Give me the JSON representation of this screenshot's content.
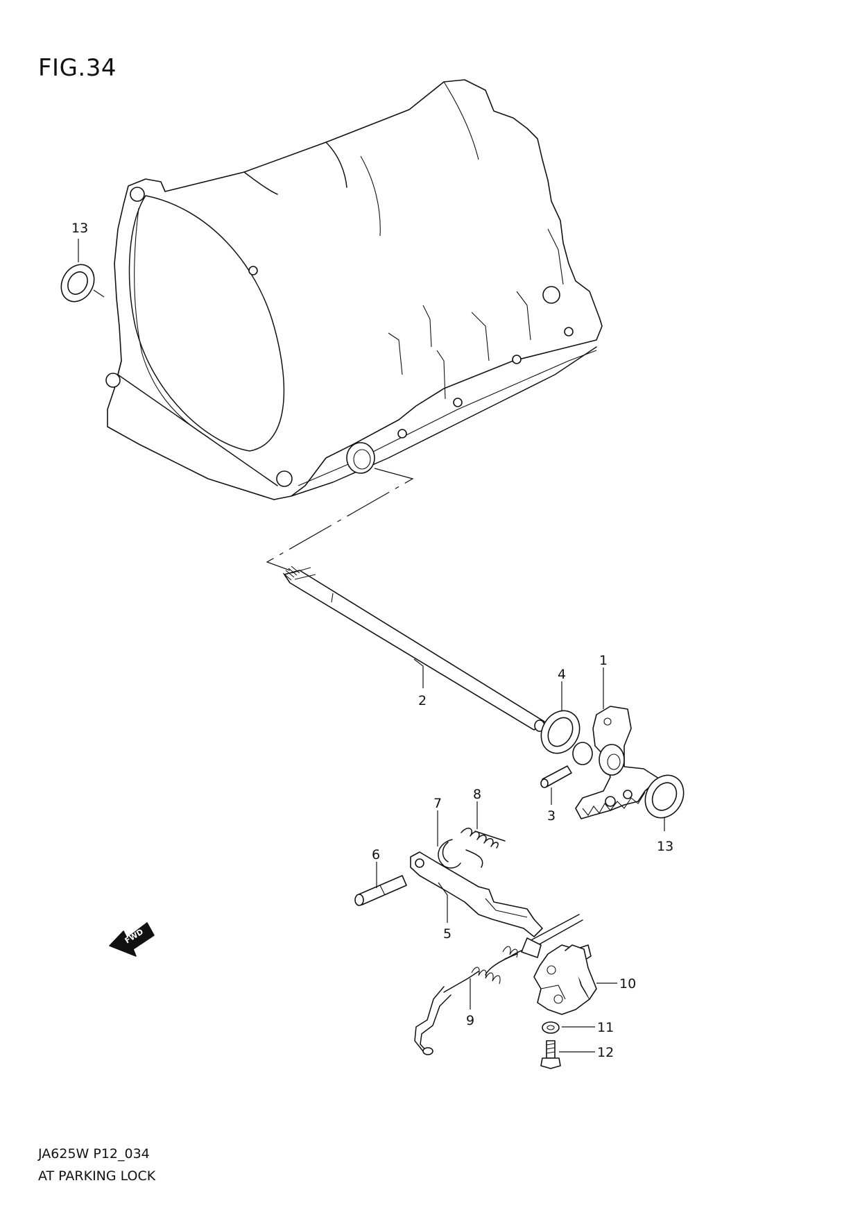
{
  "figure": {
    "title": "FIG.34",
    "code": "JA625W P12_034",
    "name": "AT PARKING LOCK"
  },
  "direction_marker": {
    "label": "FWD",
    "icon": "fwd-arrow-icon"
  },
  "callouts": {
    "c1": "1",
    "c2": "2",
    "c3": "3",
    "c4": "4",
    "c5": "5",
    "c6": "6",
    "c7": "7",
    "c8": "8",
    "c9": "9",
    "c10": "10",
    "c11": "11",
    "c12": "12",
    "c13a": "13",
    "c13b": "13"
  }
}
